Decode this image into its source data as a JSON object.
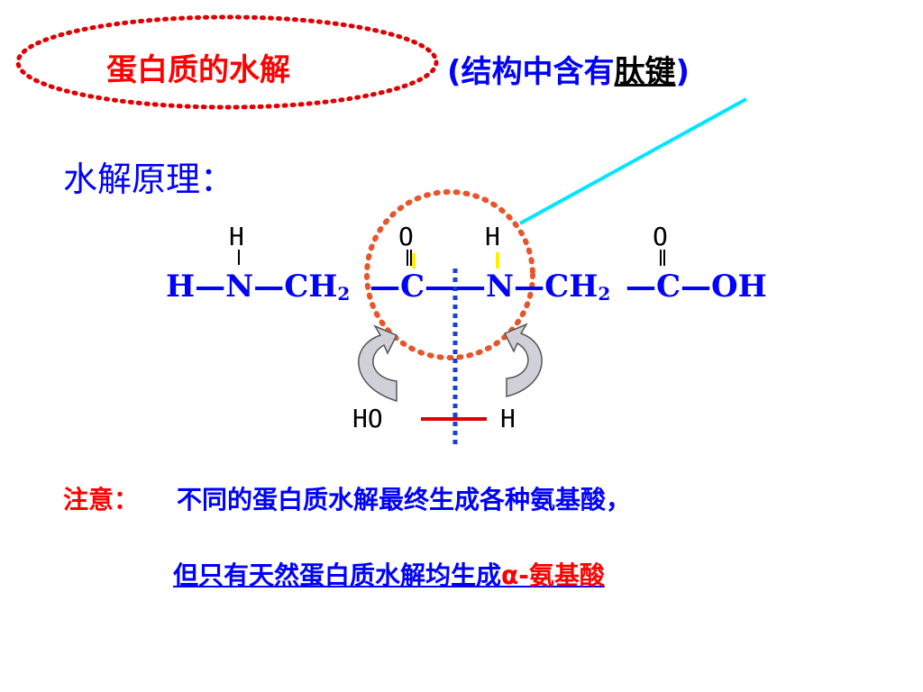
{
  "title": "蛋白质的水解",
  "subtitle": {
    "open": "(结构中含有",
    "key": "肽键",
    "close": ")"
  },
  "principle_label": "水解原理：",
  "formula": {
    "top_h1": "H",
    "top_o1": "O",
    "top_h2": "H",
    "top_o2": "O",
    "chain_left": "H—N—CH",
    "chain_sub1": "2",
    "chain_c": "—C——N—CH",
    "chain_sub2": "2",
    "chain_right": "—C—OH",
    "water_ho": "HO",
    "water_h": "H"
  },
  "note": {
    "label": "注意：",
    "text": "不同的蛋白质水解最终生成各种氨基酸，",
    "line2_main": "但只有天然蛋白质水解均生成",
    "line2_red": "α-氨基酸"
  },
  "colors": {
    "blue": "#0000ff",
    "red": "#ff0000",
    "orange_dots": "#e8552a",
    "cyan_line": "#00e5ff",
    "yellow_bond": "#ffee00"
  }
}
